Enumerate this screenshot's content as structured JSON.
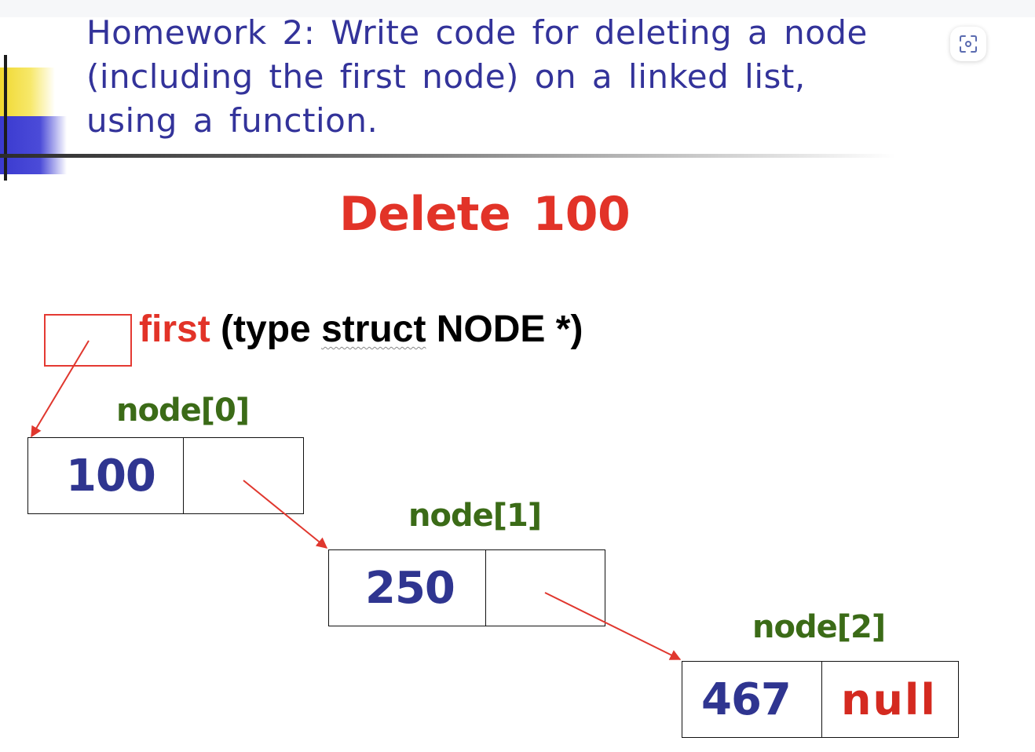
{
  "title": "Homework 2: Write code for deleting a node (including the first node) on a linked list, using a function.",
  "heading": "Delete 100",
  "pointer": {
    "name": "first",
    "type_open": "(type",
    "type_struct": "struct",
    "type_rest": "NODE *)"
  },
  "nodes": [
    {
      "label": "node[0]",
      "value": "100",
      "next": ""
    },
    {
      "label": "node[1]",
      "value": "250",
      "next": ""
    },
    {
      "label": "node[2]",
      "value": "467",
      "next": "null"
    }
  ],
  "colors": {
    "title": "#33339a",
    "heading": "#e23328",
    "pointer": "#e23328",
    "node_label": "#3b6b17",
    "node_value": "#2f3590",
    "null": "#d42a20",
    "arrow": "#e0372e"
  },
  "icons": {
    "scan": "scan-icon"
  }
}
